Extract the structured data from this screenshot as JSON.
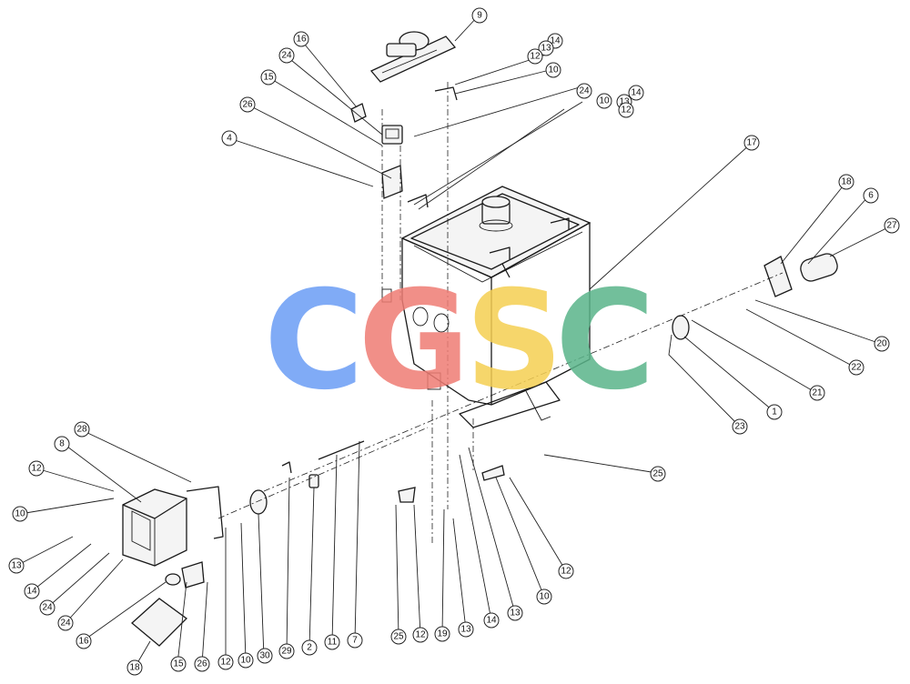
{
  "diagram": {
    "type": "exploded-parts-view",
    "callouts": [
      "9",
      "14",
      "13",
      "12",
      "10",
      "16",
      "24",
      "15",
      "26",
      "4",
      "24",
      "14",
      "13",
      "12",
      "10",
      "17",
      "18",
      "6",
      "27",
      "20",
      "22",
      "21",
      "1",
      "23",
      "25",
      "28",
      "8",
      "12",
      "10",
      "13",
      "14",
      "24",
      "24",
      "16",
      "18",
      "15",
      "26",
      "12",
      "10",
      "30",
      "29",
      "2",
      "11",
      "7",
      "25",
      "12",
      "19",
      "13",
      "14",
      "13",
      "10",
      "12"
    ]
  },
  "watermark": {
    "letters": [
      {
        "char": "C",
        "color": "#6b9df5"
      },
      {
        "char": "G",
        "color": "#ef7c74"
      },
      {
        "char": "S",
        "color": "#f5cf52"
      },
      {
        "char": "C",
        "color": "#5ab58a"
      }
    ]
  }
}
